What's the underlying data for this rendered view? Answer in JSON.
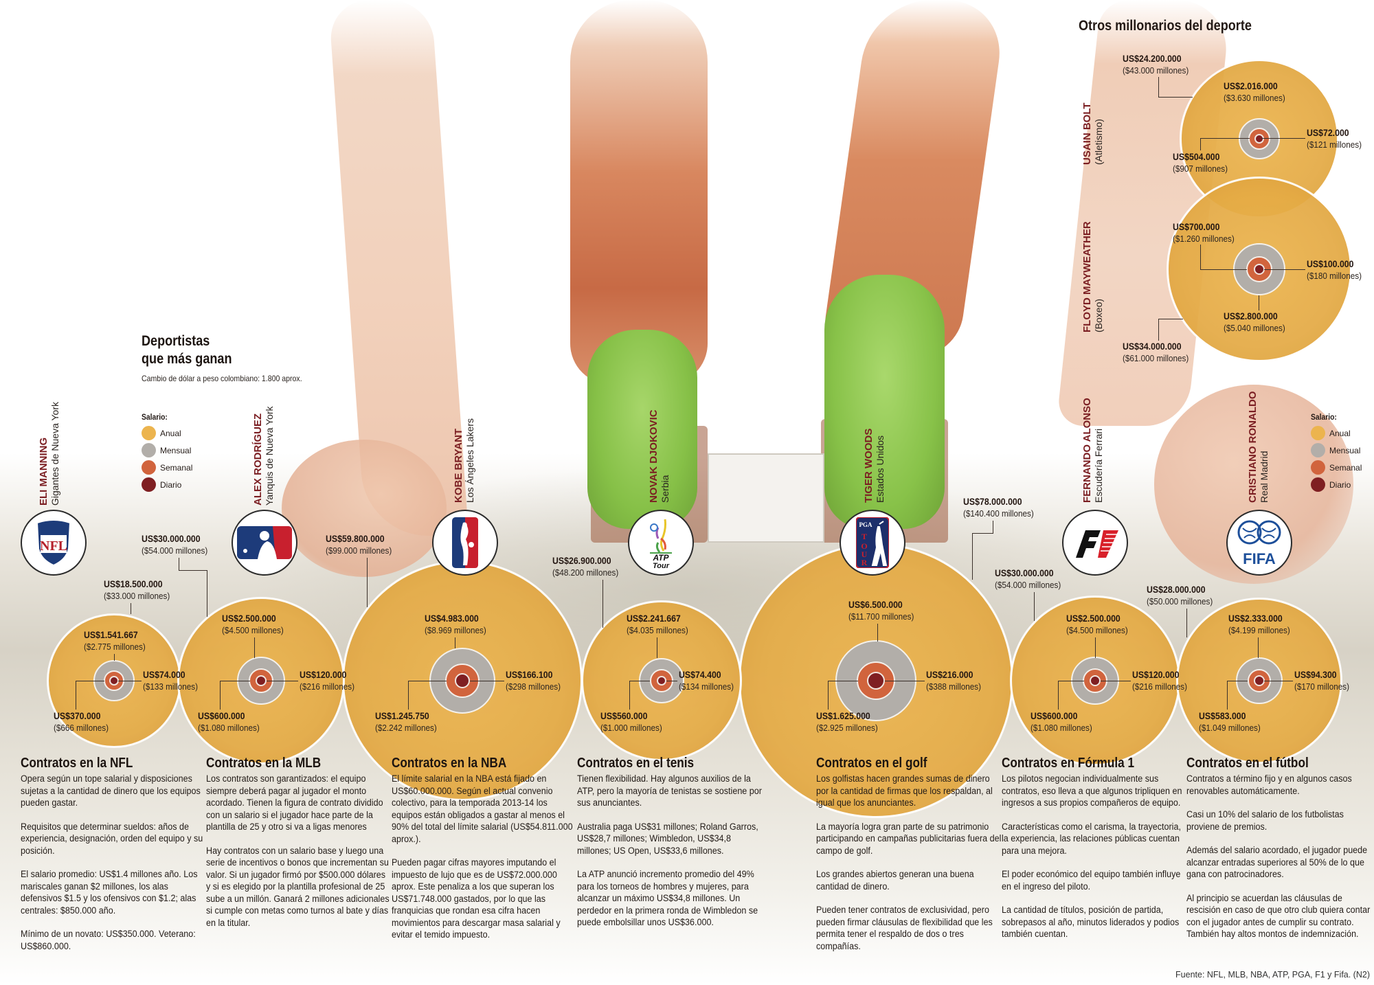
{
  "header": {
    "title_line1": "Deportistas",
    "title_line2": "que más ganan",
    "subtitle": "Cambio de dólar a peso colombiano: 1.800 aprox."
  },
  "legend": {
    "title": "Salario:",
    "items": [
      {
        "label": "Anual",
        "color": "#ecb44e"
      },
      {
        "label": "Mensual",
        "color": "#b2aea9"
      },
      {
        "label": "Semanal",
        "color": "#d1643d"
      },
      {
        "label": "Diario",
        "color": "#7f1f22"
      }
    ]
  },
  "others_title": "Otros millonarios del deporte",
  "athletes": [
    {
      "name": "ELI MANNING",
      "team": "Gigantes de Nueva York",
      "logo": "NFL",
      "anual": {
        "usd": "US$18.500.000",
        "cop": "($33.000 millones)"
      },
      "mensual": {
        "usd": "US$1.541.667",
        "cop": "($2.775 millones)"
      },
      "semanal": {
        "usd": "US$370.000",
        "cop": "($666 millones)"
      },
      "diario": {
        "usd": "US$74.000",
        "cop": "($133 millones)"
      }
    },
    {
      "name": "ALEX RODRÍGUEZ",
      "team": "Yanquis de Nueva York",
      "logo": "MLB",
      "anual": {
        "usd": "US$30.000.000",
        "cop": "($54.000 millones)"
      },
      "mensual": {
        "usd": "US$2.500.000",
        "cop": "($4.500 millones)"
      },
      "semanal": {
        "usd": "US$600.000",
        "cop": "($1.080 millones)"
      },
      "diario": {
        "usd": "US$120.000",
        "cop": "($216 millones)"
      }
    },
    {
      "name": "KOBE BRYANT",
      "team": "Los Ángeles Lakers",
      "logo": "NBA",
      "anual": {
        "usd": "US$59.800.000",
        "cop": "($99.000 millones)"
      },
      "mensual": {
        "usd": "US$4.983.000",
        "cop": "($8.969 millones)"
      },
      "semanal": {
        "usd": "US$1.245.750",
        "cop": "($2.242 millones)"
      },
      "diario": {
        "usd": "US$166.100",
        "cop": "($298 millones)"
      }
    },
    {
      "name": "NOVAK DJOKOVIC",
      "team": "Serbia",
      "logo": "ATP Tour",
      "anual": {
        "usd": "US$26.900.000",
        "cop": "($48.200 millones)"
      },
      "mensual": {
        "usd": "US$2.241.667",
        "cop": "($4.035 millones)"
      },
      "semanal": {
        "usd": "US$560.000",
        "cop": "($1.000 millones)"
      },
      "diario": {
        "usd": "US$74.400",
        "cop": "($134 millones)"
      }
    },
    {
      "name": "TIGER WOODS",
      "team": "Estados Unidos",
      "logo": "PGA TOUR",
      "anual": {
        "usd": "US$78.000.000",
        "cop": "($140.400 millones)"
      },
      "mensual": {
        "usd": "US$6.500.000",
        "cop": "($11.700 millones)"
      },
      "semanal": {
        "usd": "US$1.625.000",
        "cop": "($2.925 millones)"
      },
      "diario": {
        "usd": "US$216.000",
        "cop": "($388 millones)"
      }
    },
    {
      "name": "FERNANDO ALONSO",
      "team": "Escudería Ferrari",
      "logo": "F1",
      "anual": {
        "usd": "US$30.000.000",
        "cop": "($54.000 millones)"
      },
      "mensual": {
        "usd": "US$2.500.000",
        "cop": "($4.500 millones)"
      },
      "semanal": {
        "usd": "US$600.000",
        "cop": "($1.080 millones)"
      },
      "diario": {
        "usd": "US$120.000",
        "cop": "($216 millones)"
      }
    },
    {
      "name": "CRISTIANO RONALDO",
      "team": "Real Madrid",
      "logo": "FIFA",
      "anual": {
        "usd": "US$28.000.000",
        "cop": "($50.000 millones)"
      },
      "mensual": {
        "usd": "US$2.333.000",
        "cop": "($4.199 millones)"
      },
      "semanal": {
        "usd": "US$583.000",
        "cop": "($1.049 millones)"
      },
      "diario": {
        "usd": "US$94.300",
        "cop": "($170 millones)"
      }
    }
  ],
  "others": [
    {
      "name": "USAIN BOLT",
      "sport": "(Atletismo)",
      "anual": {
        "usd": "US$24.200.000",
        "cop": "($43.000 millones)"
      },
      "mensual": {
        "usd": "US$2.016.000",
        "cop": "($3.630 millones)"
      },
      "semanal": {
        "usd": "US$504.000",
        "cop": "($907 millones)"
      },
      "diario": {
        "usd": "US$72.000",
        "cop": "($121 millones)"
      }
    },
    {
      "name": "FLOYD MAYWEATHER",
      "sport": "(Boxeo)",
      "anual": {
        "usd": "US$34.000.000",
        "cop": "($61.000 millones)"
      },
      "mensual": {
        "usd": "US$2.800.000",
        "cop": "($5.040 millones)"
      },
      "semanal": {
        "usd": "US$700.000",
        "cop": "($1.260 millones)"
      },
      "diario": {
        "usd": "US$100.000",
        "cop": "($180 millones)"
      }
    }
  ],
  "columns": [
    {
      "title": "Contratos en la NFL",
      "paragraphs": [
        "Opera según un tope salarial y disposiciones sujetas a la cantidad de dinero que los equipos pueden gastar.",
        "Requisitos que determinar sueldos: años de experiencia, designación, orden del equipo y su posición.",
        "El salario promedio: US$1.4 millones año. Los mariscales ganan $2 millones, los alas defensivos $1.5 y los ofensivos con $1.2; alas centrales: $850.000 año.",
        "Mínimo de un novato: US$350.000. Veterano: US$860.000."
      ]
    },
    {
      "title": "Contratos en la MLB",
      "paragraphs": [
        "Los contratos son garantizados: el equipo siempre deberá pagar al jugador el monto acordado. Tienen la figura de contrato dividido con un salario si el jugador hace parte de la plantilla de 25 y otro si va a ligas menores",
        "Hay contratos con un salario base y luego una serie de incentivos o bonos que incrementan su valor. Si un jugador firmó por $500.000 dólares y si es elegido por la plantilla profesional de 25 sube a un millón. Ganará 2 millones adicionales si cumple con metas como turnos al bate y días en la titular."
      ]
    },
    {
      "title": "Contratos en la NBA",
      "paragraphs": [
        "El límite salarial en la NBA está fijado en US$60.000.000. Según el actual convenio colectivo, para la temporada 2013-14 los equipos están obligados a gastar al menos el 90% del total del límite salarial (US$54.811.000 aprox.).",
        "Pueden pagar cifras mayores imputando el impuesto de lujo que es de US$72.000.000 aprox. Este penaliza a los que superan los US$71.748.000 gastados, por lo que las franquicias que rondan esa cifra hacen movimientos para descargar masa salarial y evitar el temido impuesto."
      ]
    },
    {
      "title": "Contratos en el tenis",
      "paragraphs": [
        "Tienen flexibilidad. Hay algunos auxilios de la ATP, pero la mayoría de tenistas se sostiene por sus anunciantes.",
        "Australia paga US$31 millones; Roland Garros, US$28,7 millones; Wimbledon, US$34,8 millones; US Open, US$33,6 millones.",
        "La ATP anunció incremento promedio del 49% para los torneos de hombres y mujeres, para alcanzar un máximo US$34,8 millones. Un perdedor en la primera ronda de Wimbledon se puede embolsillar unos US$36.000."
      ]
    },
    {
      "title": "Contratos en el golf",
      "paragraphs": [
        "Los golfistas hacen grandes sumas de dinero por la cantidad de firmas que los respaldan, al igual que los anunciantes.",
        "La mayoría logra gran parte de su patrimonio participando en campañas publicitarias fuera del campo de golf.",
        "Los grandes abiertos generan una buena cantidad de dinero.",
        "Pueden tener contratos de exclusividad, pero pueden firmar cláusulas de flexibilidad que les permita tener el respaldo de dos o tres compañías."
      ]
    },
    {
      "title": "Contratos en Fórmula 1",
      "paragraphs": [
        "Los pilotos negocian individualmente sus contratos, eso lleva a que algunos tripliquen en ingresos a sus propios compañeros de equipo.",
        "Características como el carisma, la trayectoria, la experiencia, las relaciones públicas cuentan para una mejora.",
        "El poder económico del equipo también influye en el ingreso del piloto.",
        "La cantidad de títulos, posición de partida, sobrepasos al año, minutos liderados y podios también cuentan."
      ]
    },
    {
      "title": "Contratos en el fútbol",
      "paragraphs": [
        "Contratos a término fijo y en algunos casos renovables automáticamente.",
        "Casi un 10% del salario de los futbolistas proviene de premios.",
        "Además del salario acordado, el jugador puede alcanzar entradas superiores al 50% de lo que gana con patrocinadores.",
        "Al principio se acuerdan las cláusulas de rescisión en caso de que otro club quiera contar con el jugador antes de cumplir su contrato. También hay altos montos de indemnización."
      ]
    }
  ],
  "source": "Fuente: NFL, MLB, NBA, ATP, PGA, F1 y Fifa. (N2)",
  "chart_data": {
    "type": "bubble",
    "title": "Deportistas que más ganan",
    "subtitle": "Cambio de dólar a peso colombiano: 1.800 aprox.",
    "legend": [
      "Anual",
      "Mensual",
      "Semanal",
      "Diario"
    ],
    "legend_position": "top-left and top-right",
    "unit": "USD (COP millones in parentheses)",
    "categories": [
      "Eli Manning (NFL)",
      "Alex Rodríguez (MLB)",
      "Kobe Bryant (NBA)",
      "Novak Djokovic (Tenis)",
      "Tiger Woods (Golf)",
      "Fernando Alonso (F1)",
      "Cristiano Ronaldo (Fútbol)",
      "Usain Bolt (Atletismo)",
      "Floyd Mayweather (Boxeo)"
    ],
    "series": [
      {
        "name": "Anual",
        "values": [
          18500000,
          30000000,
          59800000,
          26900000,
          78000000,
          30000000,
          28000000,
          24200000,
          34000000
        ],
        "cop_millones": [
          33000,
          54000,
          99000,
          48200,
          140400,
          54000,
          50000,
          43000,
          61000
        ]
      },
      {
        "name": "Mensual",
        "values": [
          1541667,
          2500000,
          4983000,
          2241667,
          6500000,
          2500000,
          2333000,
          2016000,
          2800000
        ],
        "cop_millones": [
          2775,
          4500,
          8969,
          4035,
          11700,
          4500,
          4199,
          3630,
          5040
        ]
      },
      {
        "name": "Semanal",
        "values": [
          370000,
          600000,
          1245750,
          560000,
          1625000,
          600000,
          583000,
          504000,
          700000
        ],
        "cop_millones": [
          666,
          1080,
          2242,
          1000,
          2925,
          1080,
          1049,
          907,
          1260
        ]
      },
      {
        "name": "Diario",
        "values": [
          74000,
          120000,
          166100,
          74400,
          216000,
          120000,
          94300,
          72000,
          100000
        ],
        "cop_millones": [
          133,
          216,
          298,
          134,
          388,
          216,
          170,
          121,
          180
        ]
      }
    ],
    "source": "Fuente: NFL, MLB, NBA, ATP, PGA, F1 y Fifa. (N2)"
  }
}
